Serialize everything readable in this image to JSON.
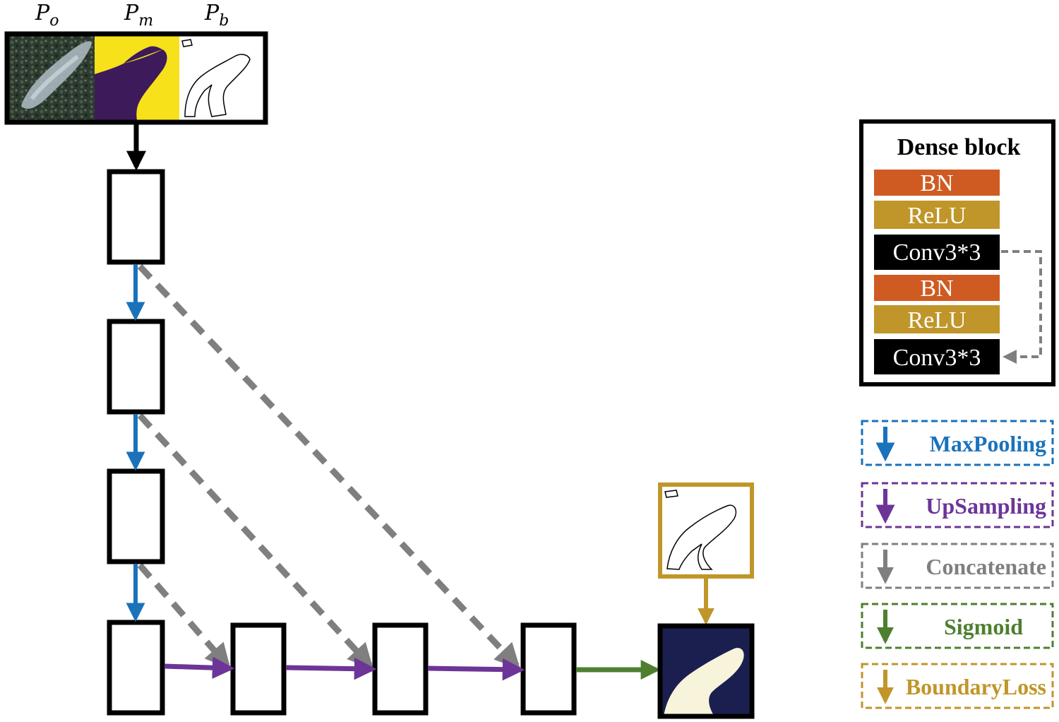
{
  "colors": {
    "maxpool": "#1a72bb",
    "upsample": "#6d3597",
    "concat": "#7f7f7f",
    "sigmoid": "#4e7f2f",
    "boundary": "#c0962a",
    "bn": "#cf5b22",
    "relu": "#c0962a",
    "conv": "#000000",
    "mask_yellow": "#f7e11a",
    "mask_purple": "#3d1a5a",
    "output_navy": "#1b1f4f",
    "output_cream": "#f8f4dc"
  },
  "inputs": {
    "labels": [
      {
        "main": "P",
        "sub": "o"
      },
      {
        "main": "P",
        "sub": "m"
      },
      {
        "main": "P",
        "sub": "b"
      }
    ]
  },
  "dense_block": {
    "title": "Dense block",
    "layers": [
      {
        "label": "BN",
        "kind": "bn"
      },
      {
        "label": "ReLU",
        "kind": "relu"
      },
      {
        "label": "Conv3*3",
        "kind": "conv"
      },
      {
        "label": "BN",
        "kind": "bn"
      },
      {
        "label": "ReLU",
        "kind": "relu"
      },
      {
        "label": "Conv3*3",
        "kind": "conv"
      }
    ]
  },
  "legend": [
    {
      "label": "MaxPooling",
      "kind": "maxpool"
    },
    {
      "label": "UpSampling",
      "kind": "upsample"
    },
    {
      "label": "Concatenate",
      "kind": "concat"
    },
    {
      "label": "Sigmoid",
      "kind": "sigmoid"
    },
    {
      "label": "BoundaryLoss",
      "kind": "boundary"
    }
  ]
}
